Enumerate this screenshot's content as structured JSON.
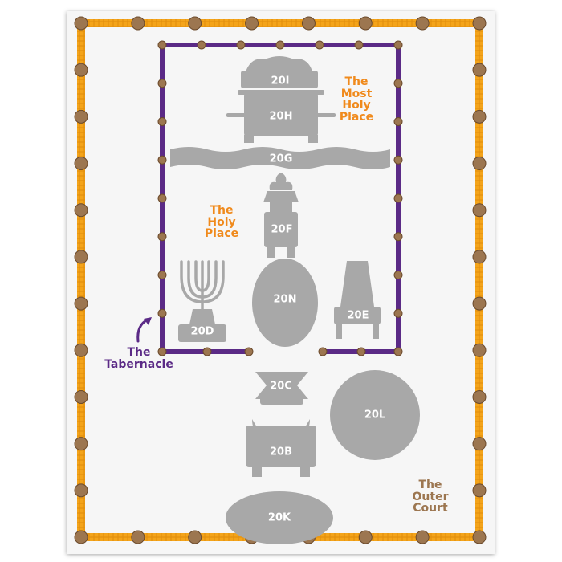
{
  "colors": {
    "outer_fence": "#f4a41a",
    "tabernacle_wall": "#5b2a86",
    "post": "#9c7650",
    "post_stroke": "#6b4a2c",
    "furniture": "#a8a8a8",
    "holy_label": "#f08a1c",
    "tabernacle_label": "#5b2a86",
    "court_label": "#9c7650"
  },
  "areas": {
    "most_holy_place": "The\nMost\nHoly\nPlace",
    "holy_place": "The\nHoly\nPlace",
    "tabernacle": "The\nTabernacle",
    "outer_court": "The\nOuter\nCourt"
  },
  "items": {
    "ark_lid": "20I",
    "ark": "20H",
    "veil": "20G",
    "incense_altar": "20F",
    "lampstand": "20D",
    "table": "20N",
    "table_e": "20E",
    "laver_c": "20C",
    "altar_b": "20B",
    "laver_l": "20L",
    "altar_k": "20K"
  }
}
